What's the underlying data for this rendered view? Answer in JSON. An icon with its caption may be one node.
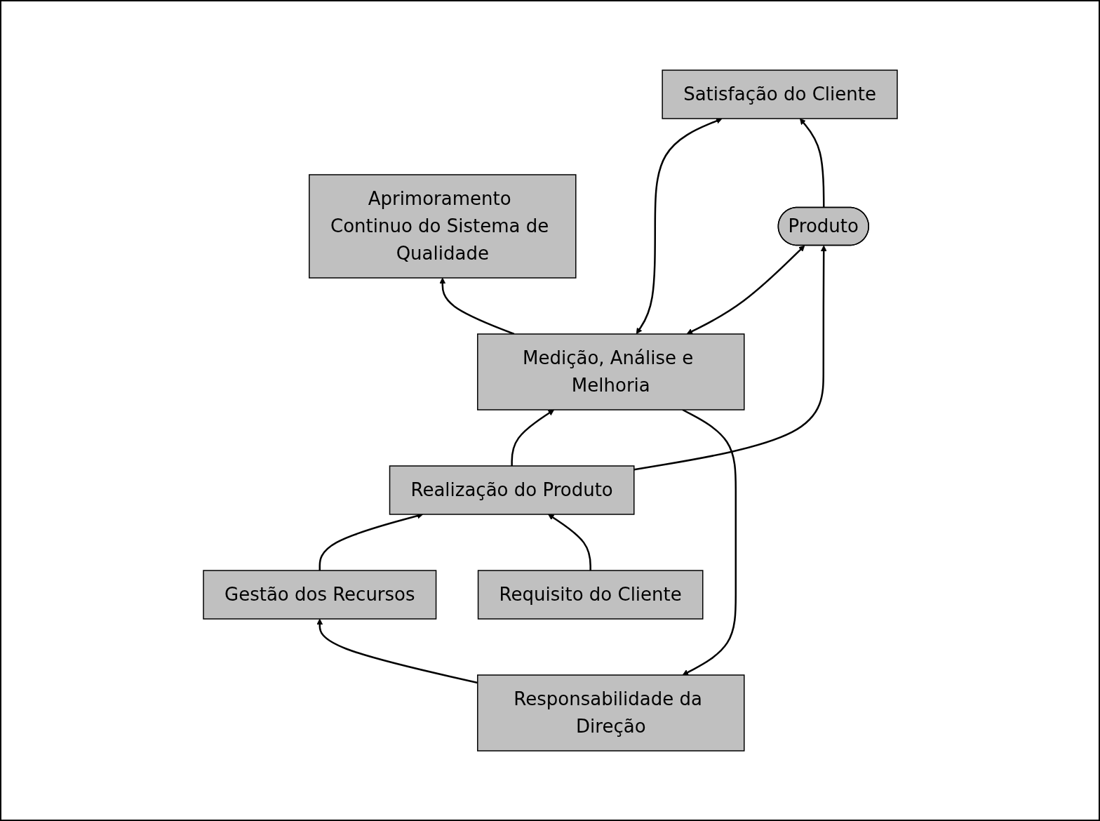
{
  "diagram": {
    "nodes": [
      {
        "text": [
          "Aprimoramento Continuo do Sistema de Qualidade"
        ]
      },
      {
        "text": [
          "Responsabilidade da Direção"
        ]
      },
      {
        "text": [
          "Requisito do Cliente"
        ]
      },
      {
        "text": [
          "Gestão dos Recursos"
        ]
      },
      {
        "text": [
          "Medição, Análise e Melhoria"
        ]
      },
      {
        "text": [
          "Satisfação do Cliente"
        ]
      },
      {
        "text": [
          "Realização do Produto"
        ]
      },
      {
        "text": [
          "Produto"
        ]
      }
    ],
    "edges": [
      {
        "from": 1,
        "to": 3,
        "arrow": "to"
      },
      {
        "from": 3,
        "to": 6,
        "arrow": "to"
      },
      {
        "from": 6,
        "to": 4,
        "arrow": "to"
      },
      {
        "from": 4,
        "to": 1,
        "arrow": "to"
      },
      {
        "from": 4,
        "to": 0,
        "arrow": "to"
      },
      {
        "from": 4,
        "to": 5,
        "arrow": "both"
      },
      {
        "from": 4,
        "to": 7,
        "arrow": "both"
      },
      {
        "from": 2,
        "to": 6,
        "arrow": "to"
      },
      {
        "from": 6,
        "to": 7,
        "arrow": "to"
      },
      {
        "from": 7,
        "to": 5,
        "arrow": "to"
      }
    ]
  }
}
